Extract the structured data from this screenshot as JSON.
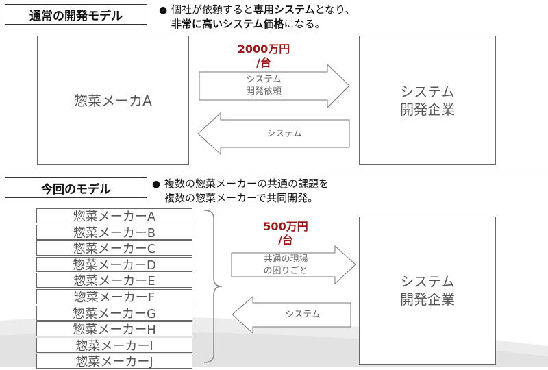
{
  "section1": {
    "title": "通常の開発モデル",
    "bullet_parts": [
      {
        "text": "個社が依頼すると",
        "bold": false
      },
      {
        "text": "専用システム",
        "bold": true
      },
      {
        "text": "となり、",
        "bold": false
      }
    ],
    "bullet_line2_parts": [
      {
        "text": "非常に高いシステム価格",
        "bold": true
      },
      {
        "text": "になる。",
        "bold": false
      }
    ],
    "left_box": "惣菜メーカA",
    "price_line1": "2000万円",
    "price_line2": "/台",
    "arrow_right_line1": "システム",
    "arrow_right_line2": "開発依頼",
    "arrow_left_label": "システム",
    "right_box_line1": "システム",
    "right_box_line2": "開発企業"
  },
  "section2": {
    "title": "今回のモデル",
    "bullet_line1": "複数の惣菜メーカーの共通の課題を",
    "bullet_line2": "複数の惣菜メーカーで共同開発。",
    "makers": [
      "惣菜メーカーA",
      "惣菜メーカーB",
      "惣菜メーカーC",
      "惣菜メーカーD",
      "惣菜メーカーE",
      "惣菜メーカーF",
      "惣菜メーカーG",
      "惣菜メーカーH",
      "惣菜メーカーI",
      "惣菜メーカーJ"
    ],
    "price_line1": "500万円",
    "price_line2": "/台",
    "arrow_right_line1": "共通の現場",
    "arrow_right_line2": "の困りごと",
    "arrow_left_label": "システム",
    "right_box_line1": "システム",
    "right_box_line2": "開発企業"
  },
  "bullet_symbol": "●"
}
